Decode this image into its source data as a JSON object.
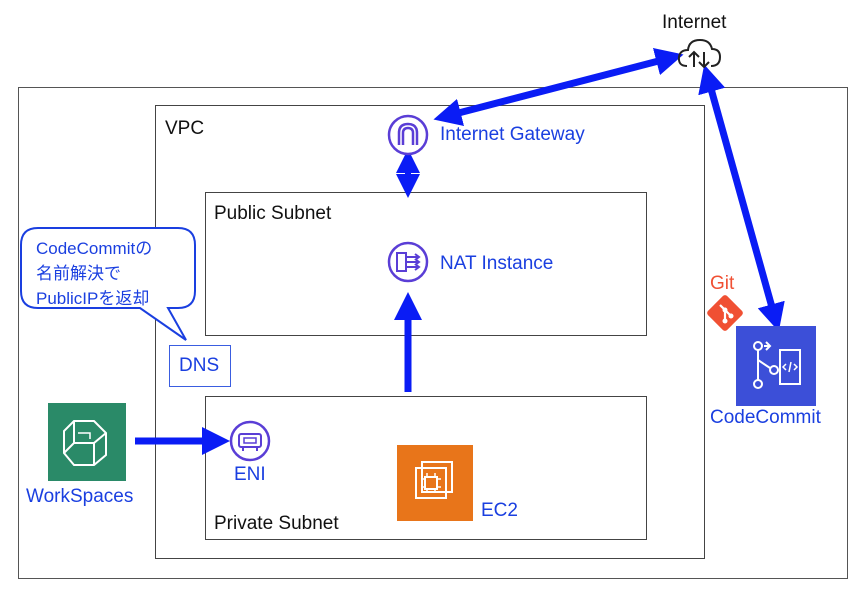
{
  "labels": {
    "internet": "Internet",
    "vpc": "VPC",
    "internet_gateway": "Internet Gateway",
    "public_subnet": "Public Subnet",
    "nat_instance": "NAT Instance",
    "private_subnet": "Private Subnet",
    "eni": "ENI",
    "ec2": "EC2",
    "dns": "DNS",
    "workspaces": "WorkSpaces",
    "codecommit": "CodeCommit",
    "git": "Git"
  },
  "callout": {
    "line1": "CodeCommitの",
    "line2": "名前解決で",
    "line3": "PublicIPを返却"
  },
  "icons": {
    "internet": "cloud-upload-download-icon",
    "internet_gateway": "internet-gateway-icon",
    "nat_instance": "nat-instance-icon",
    "eni": "network-interface-icon",
    "ec2": "ec2-icon",
    "workspaces": "workspaces-icon",
    "codecommit": "codecommit-icon",
    "git": "git-icon"
  },
  "colors": {
    "arrow": "#0a1cf5",
    "aws_purple": "#5a3ed6",
    "ec2_orange": "#e8751a",
    "workspaces_green": "#2a8a68",
    "codecommit_blue": "#3c4fd8",
    "git_orange": "#f05033",
    "text_blue": "#1a3fe0"
  }
}
